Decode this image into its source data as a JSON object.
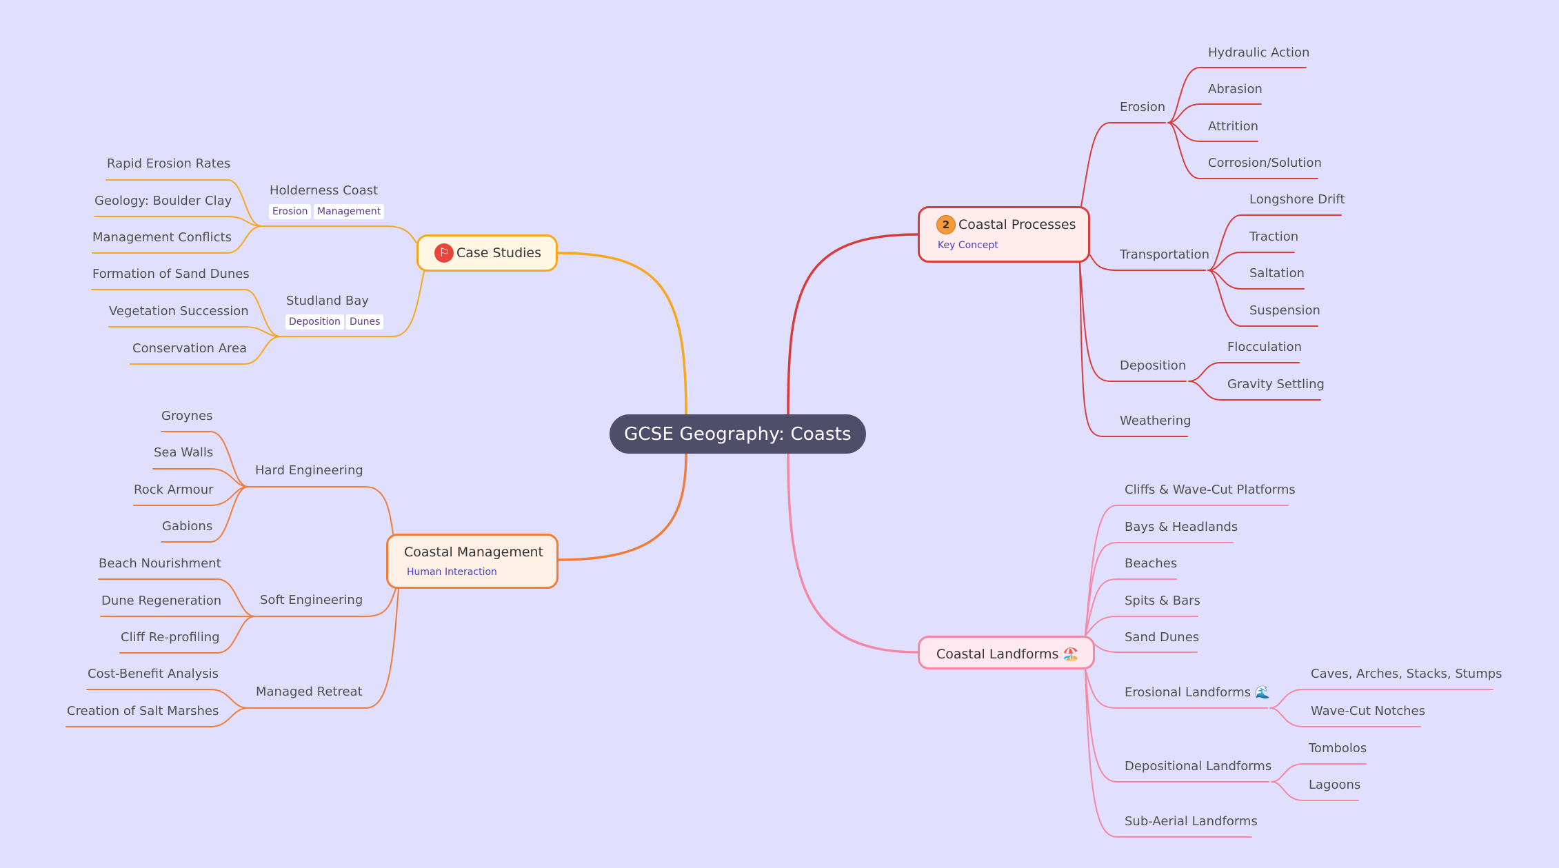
{
  "root": {
    "title": "GCSE Geography: Coasts"
  },
  "colors": {
    "background": "#e0e0fe",
    "root": "#4e4e6b",
    "processes": "#d63c3c",
    "landforms": "#f487a3",
    "case_studies": "#f6a81c",
    "management": "#ef7c3a"
  },
  "coastal_processes": {
    "title": "Coastal Processes",
    "badge": "2",
    "badge_icon": "priority-2-icon",
    "note": "Key Concept",
    "erosion": {
      "label": "Erosion",
      "items": [
        "Hydraulic Action",
        "Abrasion",
        "Attrition",
        "Corrosion/Solution"
      ]
    },
    "transportation": {
      "label": "Transportation",
      "items": [
        "Longshore Drift",
        "Traction",
        "Saltation",
        "Suspension"
      ]
    },
    "deposition": {
      "label": "Deposition",
      "items": [
        "Flocculation",
        "Gravity Settling"
      ]
    },
    "weathering": {
      "label": "Weathering"
    }
  },
  "coastal_landforms": {
    "title": "Coastal Landforms 🏖️",
    "items": [
      "Cliffs & Wave-Cut Platforms",
      "Bays & Headlands",
      "Beaches",
      "Spits & Bars",
      "Sand Dunes"
    ],
    "erosional": {
      "label": "Erosional Landforms 🌊",
      "items": [
        "Caves, Arches, Stacks, Stumps",
        "Wave-Cut Notches"
      ]
    },
    "depositional": {
      "label": "Depositional Landforms",
      "items": [
        "Tombolos",
        "Lagoons"
      ]
    },
    "sub_aerial": {
      "label": "Sub-Aerial Landforms"
    }
  },
  "case_studies": {
    "title": "Case Studies",
    "icon": "flag-icon",
    "holderness": {
      "label": "Holderness Coast",
      "tags": [
        "Erosion",
        "Management"
      ],
      "items": [
        "Rapid Erosion Rates",
        "Geology: Boulder Clay",
        "Management Conflicts"
      ]
    },
    "studland": {
      "label": "Studland Bay",
      "tags": [
        "Deposition",
        "Dunes"
      ],
      "items": [
        "Formation of Sand Dunes",
        "Vegetation Succession",
        "Conservation Area"
      ]
    }
  },
  "coastal_management": {
    "title": "Coastal Management",
    "note": "Human Interaction",
    "hard": {
      "label": "Hard Engineering",
      "items": [
        "Groynes",
        "Sea Walls",
        "Rock Armour",
        "Gabions"
      ]
    },
    "soft": {
      "label": "Soft Engineering",
      "items": [
        "Beach Nourishment",
        "Dune Regeneration",
        "Cliff Re-profiling"
      ]
    },
    "retreat": {
      "label": "Managed Retreat",
      "items": [
        "Cost-Benefit Analysis",
        "Creation of Salt Marshes"
      ]
    }
  }
}
